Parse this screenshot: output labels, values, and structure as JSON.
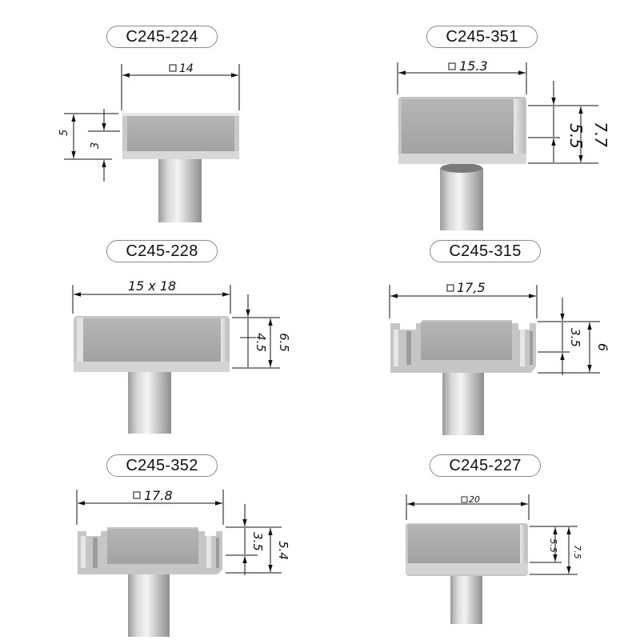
{
  "parts": [
    {
      "code": "C245-224",
      "width": "14",
      "height_total": "5",
      "height_inner": "3"
    },
    {
      "code": "C245-351",
      "width": "15.3",
      "height_total": "7.7",
      "height_inner": "5.5"
    },
    {
      "code": "C245-228",
      "width": "15 x 18",
      "height_total": "6.5",
      "height_inner": "4.5"
    },
    {
      "code": "C245-315",
      "width": "17,5",
      "height_total": "6",
      "height_inner": "3.5"
    },
    {
      "code": "C245-352",
      "width": "17.8",
      "height_total": "5.4",
      "height_inner": "3.5"
    },
    {
      "code": "C245-227",
      "width": "20",
      "height_total": "7.5",
      "height_inner": "5.5"
    }
  ]
}
